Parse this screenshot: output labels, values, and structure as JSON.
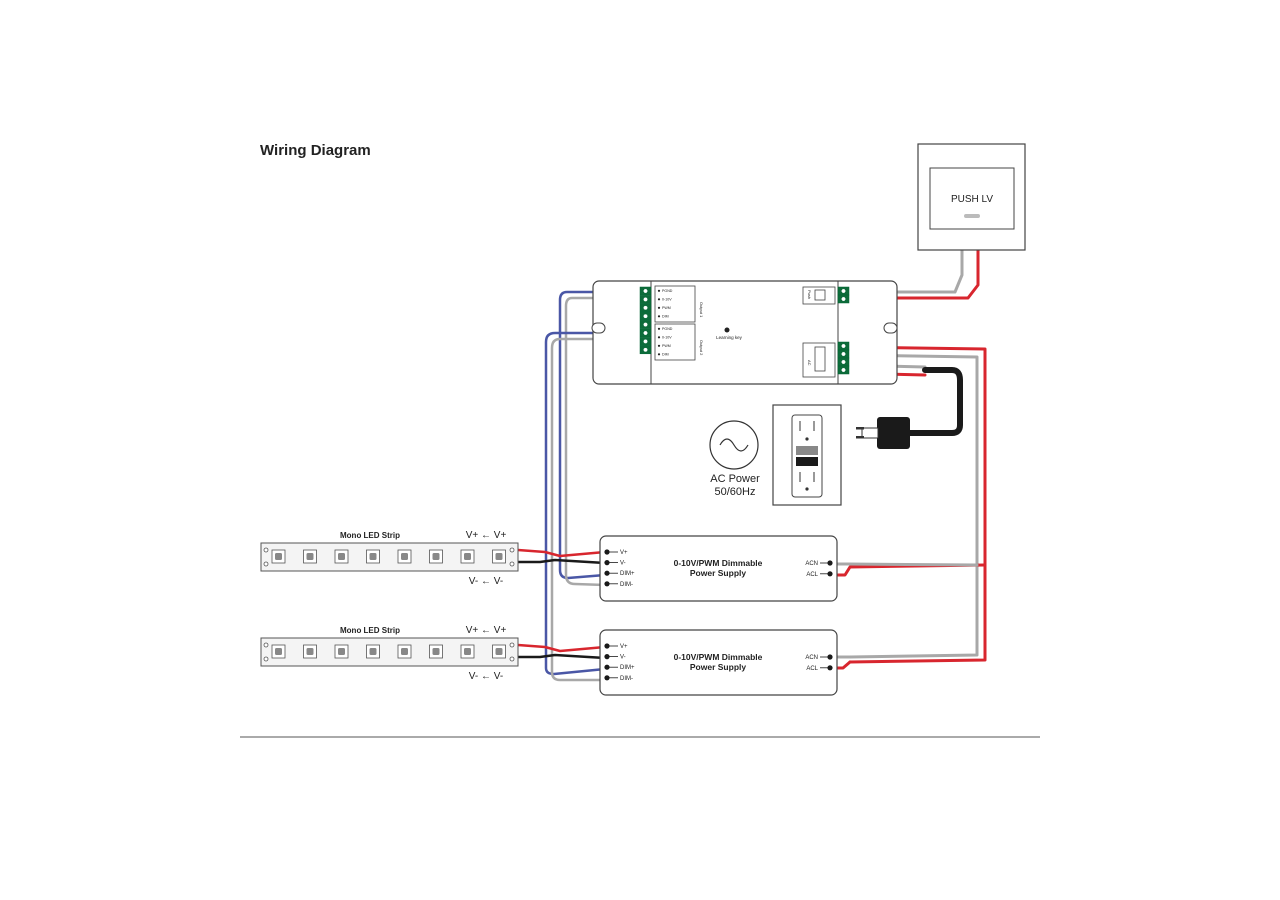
{
  "page": {
    "title": "Wiring Diagram"
  },
  "push_panel": {
    "label": "PUSH LV"
  },
  "controller": {
    "learning_key": "Learning key",
    "terminal_labels": [
      "PGND",
      "0-10V",
      "PWM",
      "DIM",
      "PGND",
      "0-10V",
      "PWM",
      "DIM"
    ],
    "side_label_top": "Output 1",
    "side_label_bottom": "Output 2",
    "push_label": "Push",
    "ac_label": "AC"
  },
  "ac_source": {
    "line1": "AC Power",
    "line2": "50/60Hz"
  },
  "strips": [
    {
      "label": "Mono LED Strip",
      "vplus": "V+ ← V+",
      "vminus": "V- ← V-"
    },
    {
      "label": "Mono LED Strip",
      "vplus": "V+ ← V+",
      "vminus": "V- ← V-"
    }
  ],
  "power_supplies": [
    {
      "title_line1": "0-10V/PWM Dimmable",
      "title_line2": "Power Supply",
      "left_terminals": [
        "V+",
        "V-",
        "DIM+",
        "DIM-"
      ],
      "right_terminals": [
        "ACN",
        "ACL"
      ]
    },
    {
      "title_line1": "0-10V/PWM Dimmable",
      "title_line2": "Power Supply",
      "left_terminals": [
        "V+",
        "V-",
        "DIM+",
        "DIM-"
      ],
      "right_terminals": [
        "ACN",
        "ACL"
      ]
    }
  ],
  "colors": {
    "red_wire": "#d8262e",
    "gray_wire": "#a8a8a8",
    "blue_wire": "#4a57a6",
    "black_wire": "#1a1a1a",
    "terminal_green": "#0d6b3a"
  }
}
